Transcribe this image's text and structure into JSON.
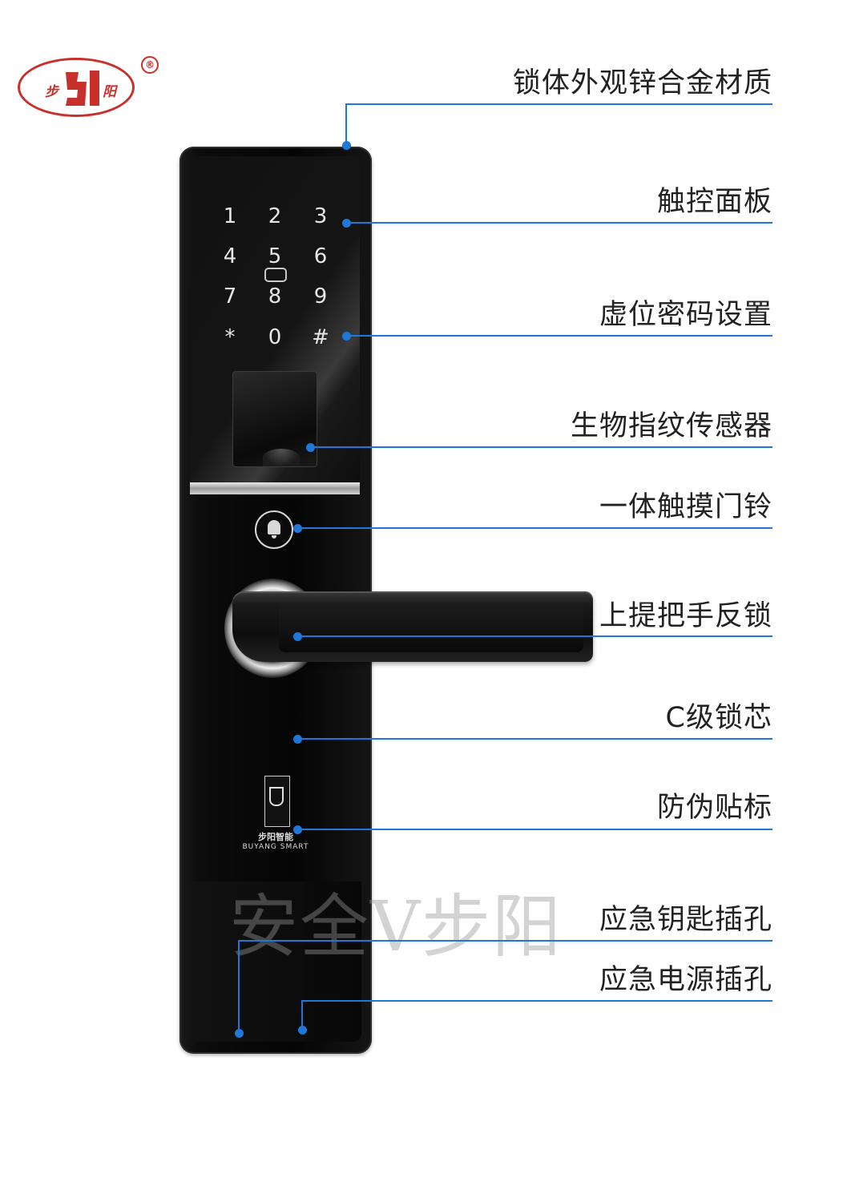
{
  "brand": {
    "logo_text": "步阳",
    "registered_mark": "®",
    "color": "#c8312b"
  },
  "callouts": [
    {
      "label": "锁体外观锌合金材质"
    },
    {
      "label": "触控面板"
    },
    {
      "label": "虚位密码设置"
    },
    {
      "label": "生物指纹传感器"
    },
    {
      "label": "一体触摸门铃"
    },
    {
      "label": "上提把手反锁"
    },
    {
      "label": "C级锁芯"
    },
    {
      "label": "防伪贴标"
    },
    {
      "label": "应急钥匙插孔"
    },
    {
      "label": "应急电源插孔"
    }
  ],
  "keypad": [
    "1",
    "2",
    "3",
    "4",
    "5",
    "6",
    "7",
    "8",
    "9",
    "*",
    "0",
    "#"
  ],
  "badge": {
    "line1": "步阳智能",
    "line2": "BUYANG SMART"
  },
  "watermark": "安全V步阳",
  "colors": {
    "callout_line": "#1f78d8",
    "lock_body": "#0a0a0a"
  }
}
